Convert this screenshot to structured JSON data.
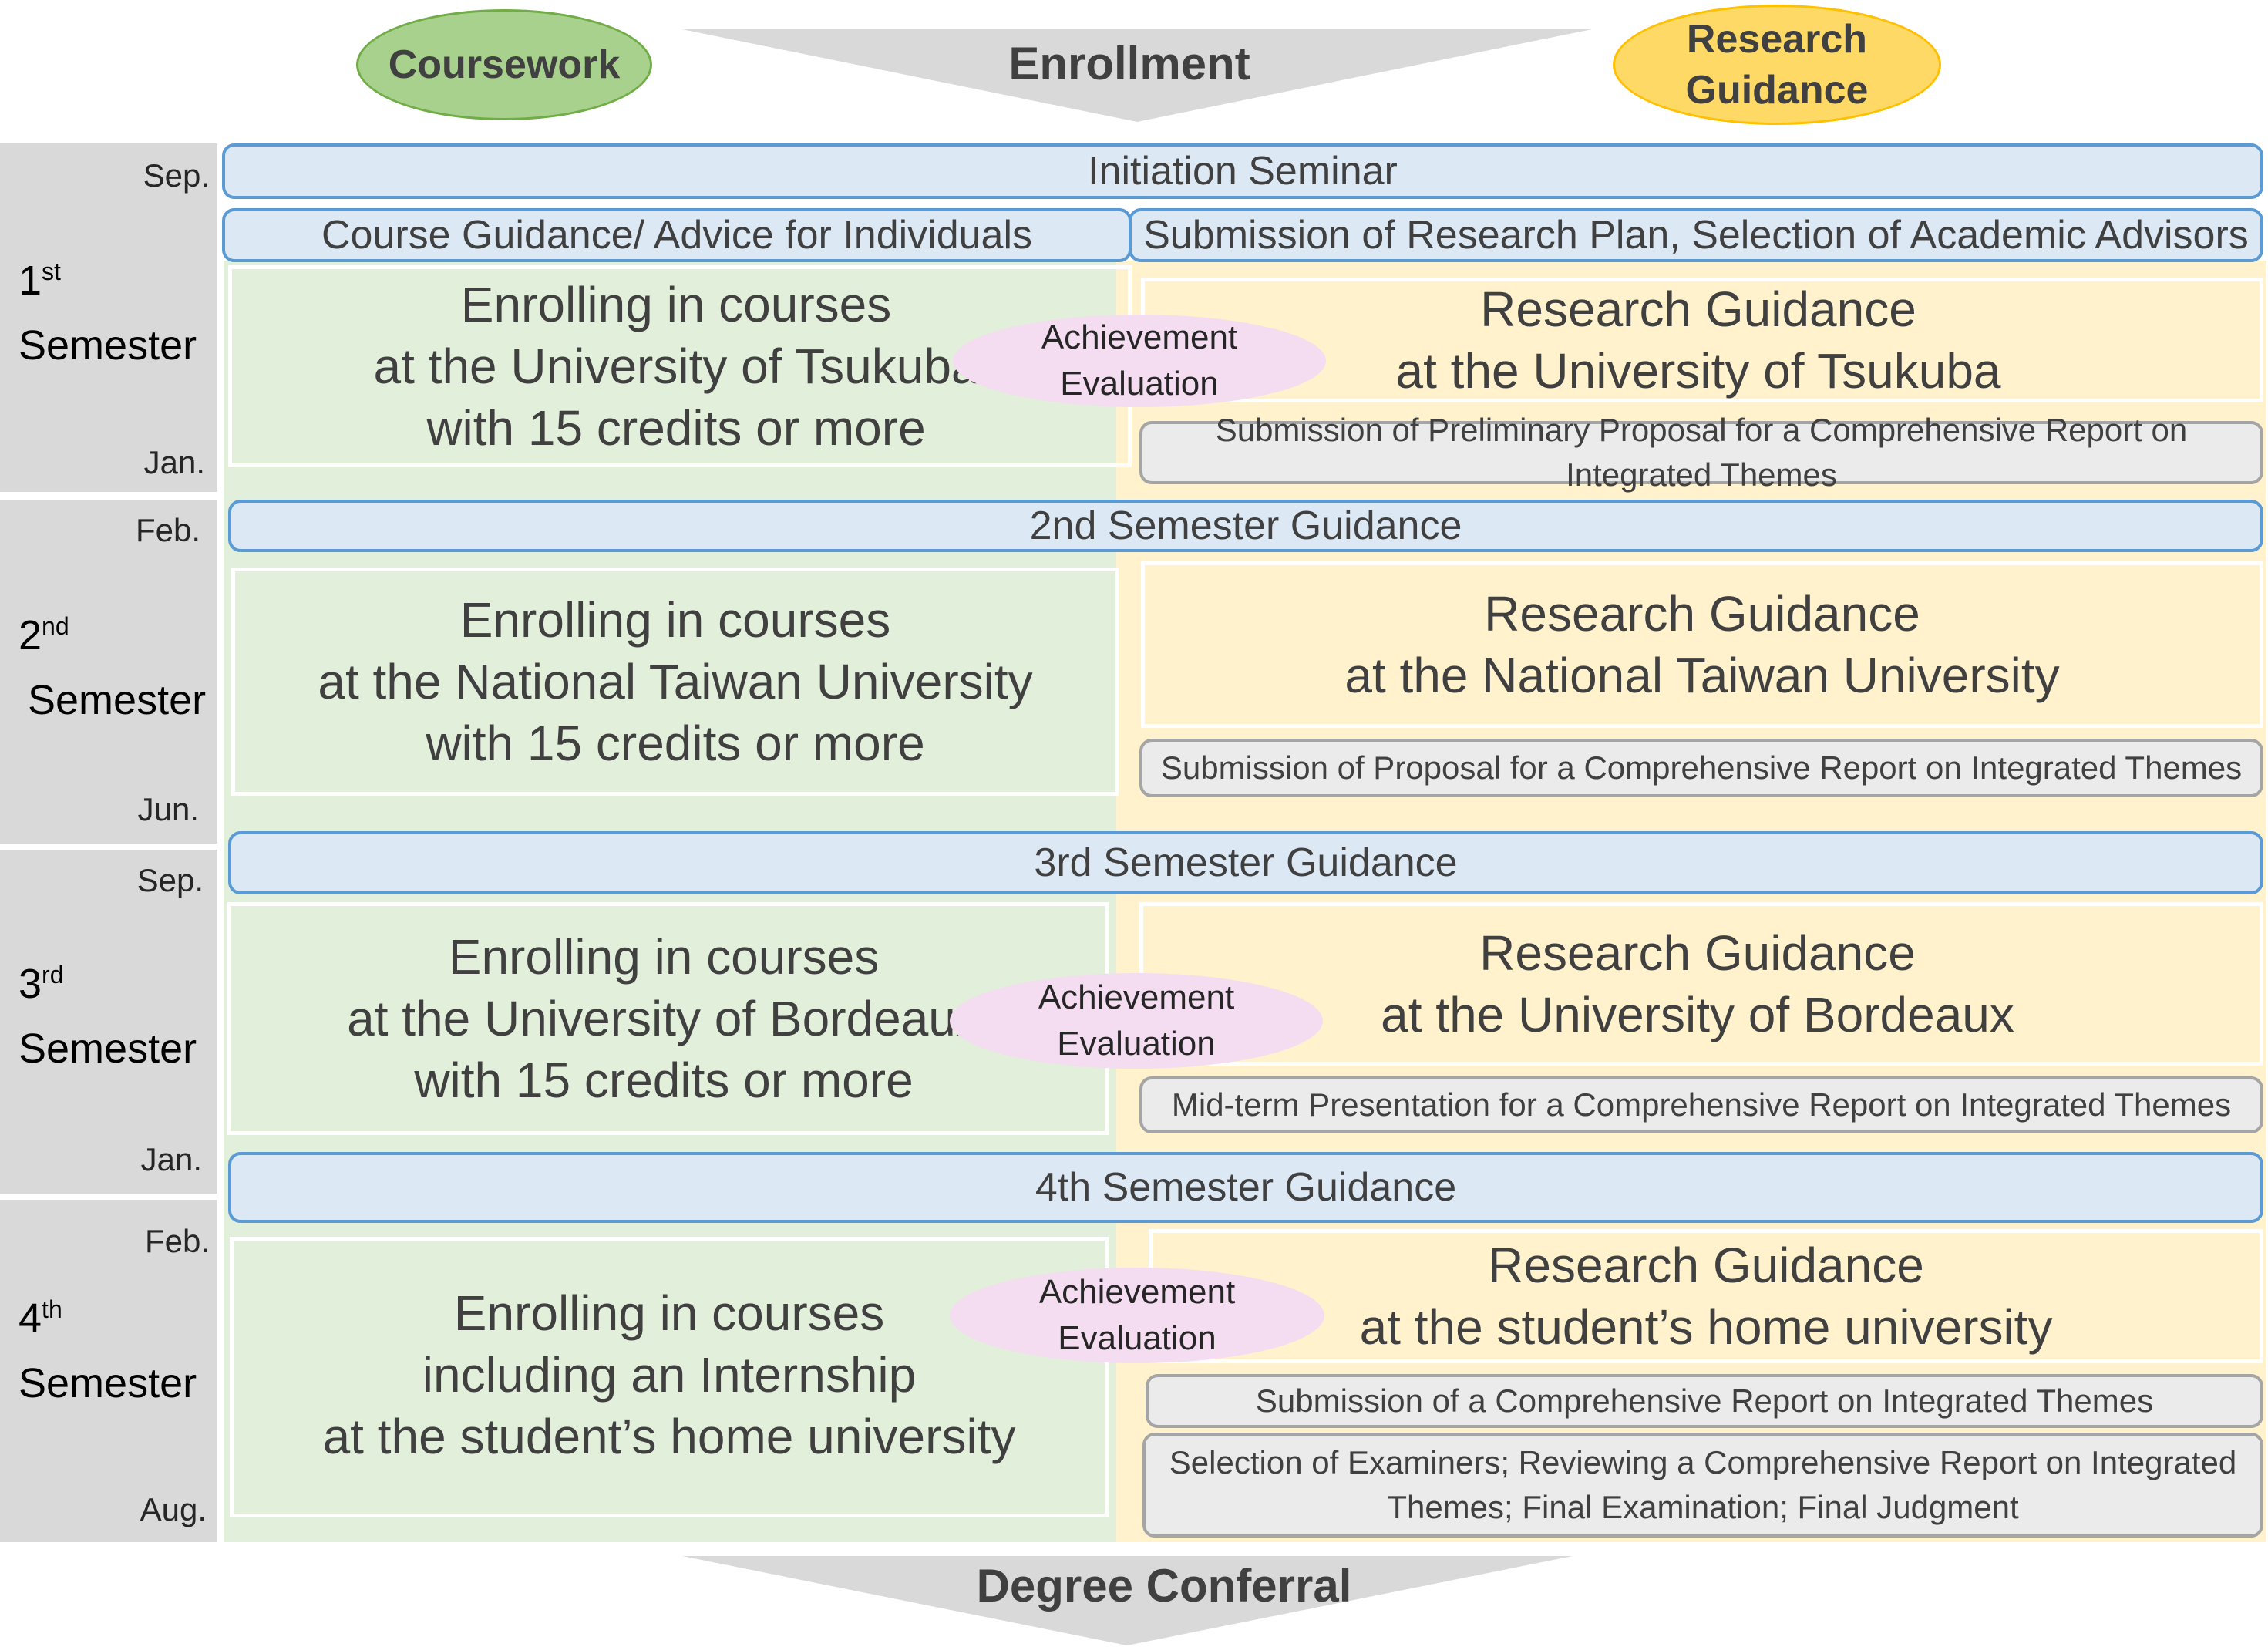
{
  "header": {
    "coursework": "Coursework",
    "enrollment": "Enrollment",
    "research_line1": "Research",
    "research_line2": "Guidance"
  },
  "footer": {
    "degree": "Degree Conferral"
  },
  "semesters": [
    {
      "num": "1",
      "sup": "st",
      "label": "Semester",
      "start": "Sep.",
      "end": "Jan."
    },
    {
      "num": "2",
      "sup": "nd",
      "label": "Semester",
      "start": "Feb.",
      "end": "Jun."
    },
    {
      "num": "3",
      "sup": "rd",
      "label": "Semester",
      "start": "Sep.",
      "end": "Jan."
    },
    {
      "num": "4",
      "sup": "th",
      "label": "Semester",
      "start": "Feb.",
      "end": "Aug."
    }
  ],
  "bars": {
    "initiation": "Initiation Seminar",
    "course_guidance": "Course Guidance/ Advice for Individuals",
    "research_plan": "Submission of Research Plan, Selection of Academic Advisors",
    "sem2": "2nd Semester Guidance",
    "sem3": "3rd Semester Guidance",
    "sem4": "4th Semester Guidance"
  },
  "coursework": [
    [
      "Enrolling in courses",
      "at the University of Tsukuba",
      "with 15 credits or more"
    ],
    [
      "Enrolling in courses",
      "at the National Taiwan University",
      "with 15 credits or more"
    ],
    [
      "Enrolling in courses",
      "at the University of Bordeaux",
      "with 15 credits or more"
    ],
    [
      "Enrolling in courses",
      "including an Internship",
      "at the student’s home university"
    ]
  ],
  "research": [
    [
      "Research Guidance",
      "at the University of Tsukuba"
    ],
    [
      "Research Guidance",
      "at the National Taiwan University"
    ],
    [
      "Research Guidance",
      "at the University of Bordeaux"
    ],
    [
      "Research Guidance",
      "at the student’s home university"
    ]
  ],
  "submissions": {
    "s1": "Submission of Preliminary Proposal for a Comprehensive Report on Integrated Themes",
    "s2": "Submission of Proposal for a Comprehensive Report on Integrated Themes",
    "s3": "Mid-term Presentation for a Comprehensive Report on Integrated Themes",
    "s4a": "Submission of a Comprehensive Report on Integrated Themes",
    "s4b_line1": "Selection of Examiners; Reviewing a Comprehensive Report on Integrated",
    "s4b_line2": "Themes; Final Examination; Final Judgment"
  },
  "evaluation": {
    "line1": "Achievement",
    "line2": "Evaluation"
  }
}
